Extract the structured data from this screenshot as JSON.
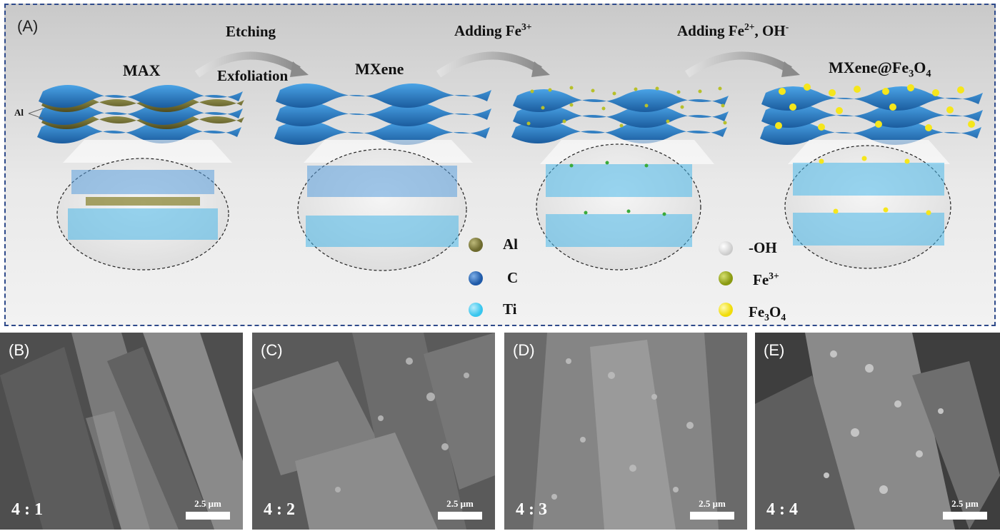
{
  "panel_a": {
    "label": "(A)",
    "steps": {
      "etching": "Etching",
      "exfoliation": "Exfoliation",
      "adding_fe3": "Adding Fe",
      "adding_fe3_sup": "3+",
      "adding_fe2": "Adding Fe",
      "adding_fe2_sup": "2+",
      "adding_fe2_tail": ", OH",
      "adding_fe2_tail_sup": "-"
    },
    "stages": {
      "max": "MAX",
      "mxene": "MXene",
      "mxene_fe3o4_prefix": "MXene@Fe",
      "mxene_fe3o4_sub1": "3",
      "mxene_fe3o4_mid": "O",
      "mxene_fe3o4_sub2": "4"
    },
    "al_marker": "Al",
    "legend_left": [
      {
        "label": "Al",
        "color": "#6d6a2e"
      },
      {
        "label": "C",
        "color": "#1f5aa8"
      },
      {
        "label": "Ti",
        "color": "#38c6ee"
      }
    ],
    "legend_right": {
      "oh": "-OH",
      "oh_color": "#f4f4f4",
      "fe3": "Fe",
      "fe3_sup": "3+",
      "fe3_color": "#9aa81e",
      "fe3o4_prefix": "Fe",
      "fe3o4_sub1": "3",
      "fe3o4_mid": "O",
      "fe3o4_sub2": "4",
      "fe3o4_color": "#f5e61c"
    },
    "sheet_color": "#2f86cc"
  },
  "sem_panels": [
    {
      "label": "(B)",
      "ratio": "4 : 1",
      "scale": "2.5 μm"
    },
    {
      "label": "(C)",
      "ratio": "4 : 2",
      "scale": "2.5 μm"
    },
    {
      "label": "(D)",
      "ratio": "4 : 3",
      "scale": "2.5 μm"
    },
    {
      "label": "(E)",
      "ratio": "4 : 4",
      "scale": "2.5 μm"
    }
  ]
}
